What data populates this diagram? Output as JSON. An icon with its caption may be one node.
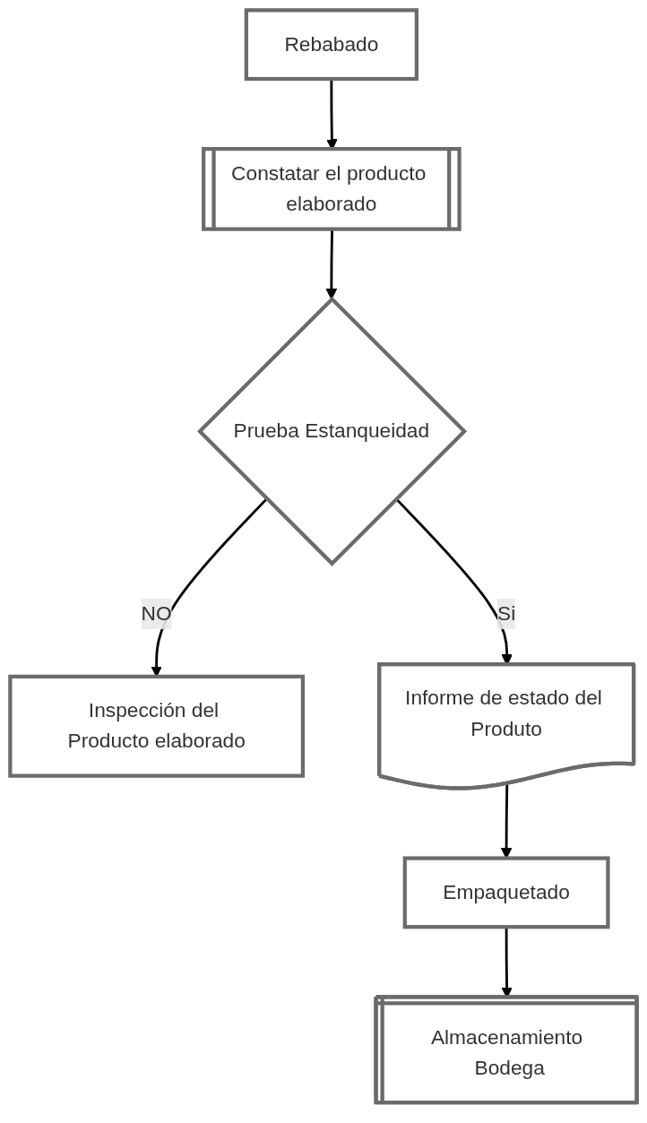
{
  "diagram": {
    "nodes": [
      {
        "text": [
          "Rebabado"
        ]
      },
      {
        "text": [
          "Constatar el producto elaborado"
        ]
      },
      {
        "text": [
          "Prueba Estanqueidad"
        ]
      },
      {
        "text": [
          "Inspección del Producto elaborado"
        ]
      },
      {
        "text": [
          "Informe de estado del Produto"
        ]
      },
      {
        "text": [
          "Empaquetado"
        ]
      },
      {
        "text": [
          "Almacenamiento Bodega"
        ]
      }
    ],
    "edges": [
      {
        "from": 0,
        "to": 1,
        "arrow": "to"
      },
      {
        "from": 1,
        "to": 2,
        "arrow": "to"
      },
      {
        "from": 2,
        "to": 3,
        "arrow": "to",
        "label": "NO"
      },
      {
        "from": 2,
        "to": 4,
        "arrow": "to",
        "label": "Si"
      },
      {
        "from": 4,
        "to": 5,
        "arrow": "to"
      },
      {
        "from": 5,
        "to": 6,
        "arrow": "to"
      }
    ]
  }
}
